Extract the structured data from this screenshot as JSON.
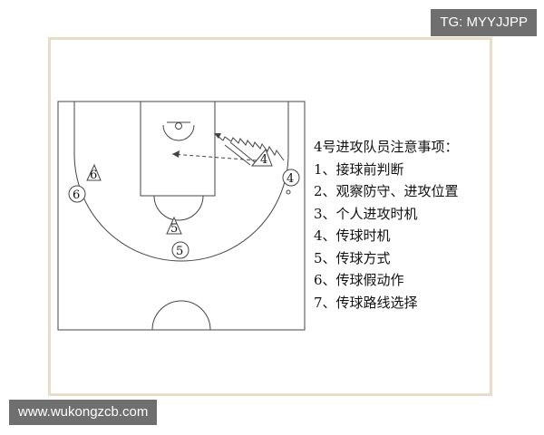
{
  "watermarks": {
    "top_right": "TG: MYYJJPP",
    "bottom_left": "www.wukongzcb.com"
  },
  "notes": {
    "title": "4号进攻队员注意事项：",
    "items": [
      "1、接球前判断",
      "2、观察防守、进攻位置",
      "3、个人进攻时机",
      "4、传球时机",
      "5、传球方式",
      "6、传球假动作",
      "7、传球路线选择"
    ]
  },
  "players": {
    "defender_4": "4",
    "offense_4": "4",
    "defender_6": "6",
    "offense_6": "6",
    "defender_5": "5",
    "offense_5": "5"
  },
  "colors": {
    "line": "#444444",
    "frame": "#e8ddc8",
    "badge_bg": "#6f6f6f"
  }
}
